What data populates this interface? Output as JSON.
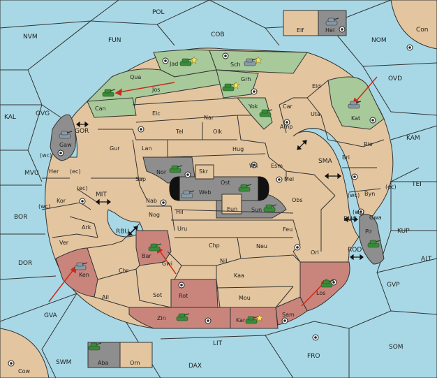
{
  "colors": {
    "sea": "#a8d8e6",
    "land": "#e3c59f",
    "green_power": "#a8c99a",
    "red_power": "#c9857c",
    "gray_power": "#8e8e8e",
    "order_arrow": "#cc2a1a"
  },
  "provinces": {
    "POL": "POL",
    "COB": "COB",
    "FUN": "FUN",
    "NVM": "NVM",
    "NOM": "NOM",
    "Con": "Con",
    "Elf": "Elf",
    "Hel": "Hel",
    "OVD": "OVD",
    "KAL": "KAL",
    "GVG": "GVG",
    "GOR": "GOR",
    "MVU": "MVU",
    "BOR": "BOR",
    "MIT": "MIT",
    "RBU": "RBU",
    "DOR": "DOR",
    "GVA": "GVA",
    "SWM": "SWM",
    "Cow": "Cow",
    "Aba": "Aba",
    "Orn": "Orn",
    "LIT": "LIT",
    "DAX": "DAX",
    "FRO": "FRO",
    "SOM": "SOM",
    "GVP": "GVP",
    "ALT": "ALT",
    "KUP": "KUP",
    "TEI": "TEI",
    "KAM": "KAM",
    "SMA": "SMA",
    "BUC": "BUC",
    "ROD": "ROD",
    "Jad": "Jad",
    "Sch": "Sch",
    "Qua": "Qua",
    "Jos": "Jos",
    "Grh": "Grh",
    "Can": "Can",
    "Eld": "Eld",
    "Kat": "Kat",
    "Yok": "Yok",
    "Car": "Car",
    "Uta": "Uta",
    "Elc": "Elc",
    "Nar": "Nar",
    "Tel": "Tel",
    "Olk": "Olk",
    "Amp": "Amp",
    "Gaw": "Gaw",
    "Gur": "Gur",
    "Lan": "Lan",
    "Hug": "Hug",
    "Rie": "Rie",
    "Bri": "Bri",
    "Wil": "Wil",
    "Esm": "Esm",
    "Nor": "Nor",
    "Skr": "Skr",
    "Her": "Her",
    "Sap": "Sap",
    "Ost": "Ost",
    "Mel": "Mel",
    "Web": "Web",
    "Byn": "Byn",
    "Kor": "Kor",
    "Nab": "Nab",
    "Eun": "Eun",
    "Obs": "Obs",
    "Gwa": "Gwa",
    "Hil": "Hil",
    "Sun": "Sun",
    "Ark": "Ark",
    "Nog": "Nog",
    "Uru": "Uru",
    "Feu": "Feu",
    "Pir": "Pir",
    "Ver": "Ver",
    "Chp": "Chp",
    "Neu": "Neu",
    "Bar": "Bar",
    "Orl": "Orl",
    "Gwi": "Gwi",
    "Nil": "Nil",
    "Ken": "Ken",
    "Chr": "Chr",
    "Kaa": "Kaa",
    "Los": "Los",
    "Ail": "Ail",
    "Sot": "Sot",
    "Rot": "Rot",
    "Mou": "Mou",
    "Zin": "Zin",
    "Kar": "Kar",
    "Sam": "Sam"
  },
  "coast_tags": {
    "gaw_wc": "(wc)",
    "her_ec": "(ec)",
    "kor_ec": "(ec)",
    "kor_wc": "(wc)",
    "byn_wc": "(wc)",
    "byn_ec": "(ec)",
    "gwa_wc": "(wc)"
  },
  "units": [
    {
      "province": "Jad",
      "owner": "green",
      "kind": "tank",
      "retreat_star": true
    },
    {
      "province": "Sch",
      "owner": "gray",
      "kind": "tank",
      "retreat_star": true
    },
    {
      "province": "Grh",
      "owner": "green",
      "kind": "tank",
      "retreat_star": true
    },
    {
      "province": "Can",
      "owner": "green",
      "kind": "tank"
    },
    {
      "province": "Yok",
      "owner": "green",
      "kind": "tank"
    },
    {
      "province": "Kat",
      "owner": "gray",
      "kind": "tank"
    },
    {
      "province": "Gaw",
      "owner": "gray",
      "kind": "tank"
    },
    {
      "province": "Nor",
      "owner": "green",
      "kind": "tank"
    },
    {
      "province": "Web",
      "owner": "gray",
      "kind": "tank"
    },
    {
      "province": "Ost",
      "owner": "green",
      "kind": "tank"
    },
    {
      "province": "Sun",
      "owner": "green",
      "kind": "tank"
    },
    {
      "province": "Pir",
      "owner": "green",
      "kind": "tank"
    },
    {
      "province": "Bar",
      "owner": "green",
      "kind": "tank"
    },
    {
      "province": "Ken",
      "owner": "gray",
      "kind": "tank"
    },
    {
      "province": "Los",
      "owner": "green",
      "kind": "tank"
    },
    {
      "province": "Zin",
      "owner": "green",
      "kind": "tank"
    },
    {
      "province": "Kar",
      "owner": "green",
      "kind": "tank",
      "retreat_star": true
    },
    {
      "province": "Hel",
      "owner": "gray",
      "kind": "tank"
    },
    {
      "province": "Aba",
      "owner": "green",
      "kind": "tank"
    }
  ]
}
